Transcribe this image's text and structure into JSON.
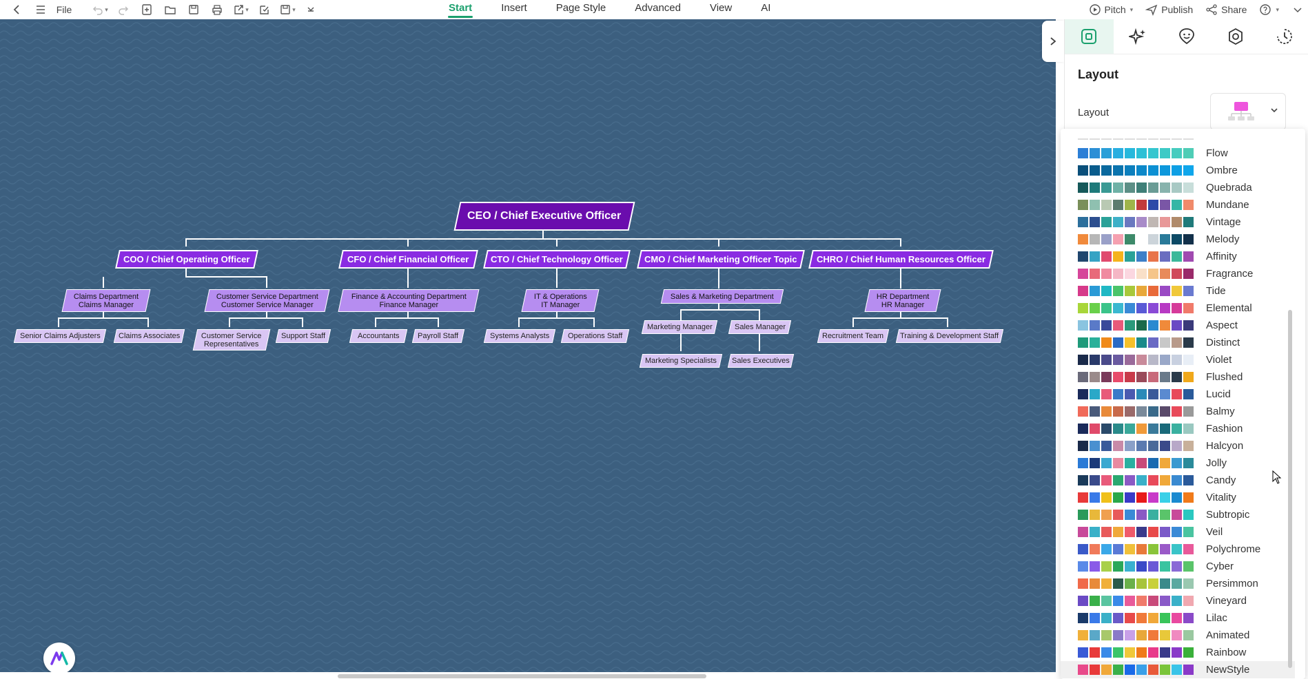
{
  "toolbar": {
    "file_label": "File",
    "menus": [
      "Start",
      "Insert",
      "Page Style",
      "Advanced",
      "View",
      "AI"
    ],
    "active_menu": "Start",
    "pitch_label": "Pitch",
    "publish_label": "Publish",
    "share_label": "Share"
  },
  "diagram": {
    "root": "CEO / Chief Executive Officer",
    "level1": [
      "COO / Chief Operating Officer",
      "CFO / Chief Financial Officer",
      "CTO / Chief Technology Officer",
      "CMO / Chief Marketing Officer Topic",
      "CHRO / Chief Human Resources Officer"
    ],
    "level2": [
      "Claims Department\nClaims Manager",
      "Customer Service Department\nCustomer Service Manager",
      "Finance & Accounting Department\nFinance Manager",
      "IT & Operations\nIT Manager",
      "Sales & Marketing Department",
      "HR Department\nHR Manager"
    ],
    "level3": [
      "Senior Claims Adjusters",
      "Claims Associates",
      "Customer Service\nRepresentatives",
      "Support Staff",
      "Accountants",
      "Payroll Staff",
      "Systems Analysts",
      "Operations Staff",
      "Marketing Manager",
      "Sales Manager",
      "Marketing Specialists",
      "Sales Executives",
      "Recruitment Team",
      "Training & Development Staff"
    ],
    "colors": {
      "root": "#6a0dad",
      "level1": "#8a2be2",
      "level2": "#b68df0",
      "level3": "#d9c6f4",
      "canvas": "#3c5f7f"
    }
  },
  "panel": {
    "title": "Layout",
    "layout_label": "Layout",
    "palettes": [
      {
        "name": "Flow",
        "colors": [
          "#2c7fd6",
          "#2c8fd6",
          "#2a9fd8",
          "#28aee0",
          "#27b8dc",
          "#2cc0d6",
          "#35c6cf",
          "#3dcac6",
          "#46ccbf",
          "#4fcdb6"
        ]
      },
      {
        "name": "Ombre",
        "colors": [
          "#0a4f7a",
          "#0a5c8c",
          "#0b699e",
          "#0b74ae",
          "#0c7fbd",
          "#0c88c9",
          "#0c90d3",
          "#0d98dc",
          "#0e9fe4",
          "#0fa6eb"
        ]
      },
      {
        "name": "Quebrada",
        "colors": [
          "#16595a",
          "#1f7a7a",
          "#3a9a94",
          "#6fb1a6",
          "#5c8f86",
          "#3f7f78",
          "#6a9c95",
          "#88b3ad",
          "#a8c9c4",
          "#c8deda"
        ]
      },
      {
        "name": "Mundane",
        "colors": [
          "#7a8f5a",
          "#8fc0b0",
          "#b9c9b3",
          "#5c7c6e",
          "#9fb44a",
          "#c23b3b",
          "#2d4aa8",
          "#7a56a6",
          "#35b6a6",
          "#f08a6a"
        ]
      },
      {
        "name": "Vintage",
        "colors": [
          "#2c6f9c",
          "#2d4f8f",
          "#2aa198",
          "#3db0c7",
          "#6a78c0",
          "#a88bc8",
          "#c0b7b3",
          "#e89898",
          "#b08a6a",
          "#1f7a7a"
        ]
      },
      {
        "name": "Melody",
        "colors": [
          "#f08a3c",
          "#b7b7b7",
          "#9aa0c8",
          "#f5a0b0",
          "#3d8a6a",
          "#ffffff",
          "#ccd4da",
          "#2a7a99",
          "#0d4a66",
          "#12304a"
        ]
      },
      {
        "name": "Affinity",
        "colors": [
          "#20466e",
          "#36a3c4",
          "#e04a6e",
          "#f5b31c",
          "#2aa198",
          "#3d7fc8",
          "#e8744a",
          "#6a6ec0",
          "#3bb89a",
          "#a04ab0"
        ]
      },
      {
        "name": "Fragrance",
        "colors": [
          "#d6469a",
          "#e86a7a",
          "#f08aa0",
          "#f5b7c5",
          "#fbd7e0",
          "#f9e0c8",
          "#f5c58a",
          "#e88a5a",
          "#d04a5a",
          "#9a2a6a"
        ]
      },
      {
        "name": "Tide",
        "colors": [
          "#d63a8a",
          "#2a9ad6",
          "#20b8c4",
          "#4ac46a",
          "#a8c83a",
          "#e8a83a",
          "#e86a3a",
          "#9a4ac4",
          "#f0c83a",
          "#6a7ad0"
        ]
      },
      {
        "name": "Elemental",
        "colors": [
          "#a8d63a",
          "#6ad04a",
          "#3ac48a",
          "#3ab8d0",
          "#3a8ad6",
          "#5a5ad6",
          "#8a4ad6",
          "#b83ac4",
          "#d63a9a",
          "#f07a6a"
        ]
      },
      {
        "name": "Aspect",
        "colors": [
          "#8ac4e0",
          "#5a7ac8",
          "#3a4a9a",
          "#e85a7a",
          "#2a9a7a",
          "#1a6a4a",
          "#2a8ad0",
          "#f08a3a",
          "#6a4ac4",
          "#3a3a7a"
        ]
      },
      {
        "name": "Distinct",
        "colors": [
          "#1f9a7a",
          "#2ab09a",
          "#f08a1a",
          "#2a6ac4",
          "#f5c02a",
          "#1a8a8a",
          "#6a6ac4",
          "#c8c8c8",
          "#b89a8a",
          "#2a3a4a"
        ]
      },
      {
        "name": "Violet",
        "colors": [
          "#1a2a4a",
          "#2a3a6a",
          "#4a4a8a",
          "#6a5aa0",
          "#9a6a9a",
          "#c88a9a",
          "#b8b8c8",
          "#9aa8c8",
          "#c8d0e0",
          "#e8eef6"
        ]
      },
      {
        "name": "Flushed",
        "colors": [
          "#6a6a7a",
          "#9a8a8a",
          "#7a3a5a",
          "#e84a6a",
          "#c83a4a",
          "#9a4a5a",
          "#c86a7a",
          "#6a7a8a",
          "#2a3a4a",
          "#f0a81a"
        ]
      },
      {
        "name": "Lucid",
        "colors": [
          "#1a2a5a",
          "#2aa8c8",
          "#e85a7a",
          "#3a7ac8",
          "#4a5ab0",
          "#2a8ab8",
          "#3a5a9a",
          "#5a8ad0",
          "#e84a5a",
          "#2a5a9a"
        ]
      },
      {
        "name": "Balmy",
        "colors": [
          "#f06a5a",
          "#4a5a7a",
          "#e88a3a",
          "#c86a4a",
          "#9a6a6a",
          "#7a8a9a",
          "#3a6a8a",
          "#5a4a6a",
          "#e84a5a",
          "#9a9a9a"
        ]
      },
      {
        "name": "Fashion",
        "colors": [
          "#1a2a5a",
          "#e04a6a",
          "#2a4a6a",
          "#2a8a8a",
          "#3aa89a",
          "#f09a3a",
          "#3a7a9a",
          "#1a6a7a",
          "#3ab0a0",
          "#9ac8c0"
        ]
      },
      {
        "name": "Halcyon",
        "colors": [
          "#1a2a4a",
          "#4a90d0",
          "#3a5a9a",
          "#c88aa8",
          "#8aa0c8",
          "#5a7ab0",
          "#4a6a9a",
          "#3a4a8a",
          "#b8a8c8",
          "#c8b09a"
        ]
      },
      {
        "name": "Jolly",
        "colors": [
          "#2a7ad6",
          "#1a3a7a",
          "#3aa8d0",
          "#e88aa0",
          "#2ab0a0",
          "#c84a7a",
          "#1a6ab0",
          "#f0a83a",
          "#3a9ad0",
          "#2a8a9a"
        ]
      },
      {
        "name": "Candy",
        "colors": [
          "#1a3a5a",
          "#3a4a8a",
          "#e85a7a",
          "#2aa870",
          "#8a5ac4",
          "#3ab0c8",
          "#e84a5a",
          "#f0a83a",
          "#3a8ad0",
          "#2a5a9a"
        ]
      },
      {
        "name": "Vitality",
        "colors": [
          "#e83a3a",
          "#3a7ae8",
          "#f0c01a",
          "#2aa84a",
          "#3a3ac8",
          "#e81a1a",
          "#c83ac8",
          "#3ad0e8",
          "#1a8ad0",
          "#f07a1a"
        ]
      },
      {
        "name": "Subtropic",
        "colors": [
          "#2a9a5a",
          "#e8b83a",
          "#f0a050",
          "#e85a5a",
          "#3a8ad6",
          "#8a5ac4",
          "#3ab0a0",
          "#5ac46a",
          "#c84a9a",
          "#2ac8c0"
        ]
      },
      {
        "name": "Veil",
        "colors": [
          "#c84a9a",
          "#3ab0c8",
          "#e85a5a",
          "#f0a83a",
          "#f05a6a",
          "#3a3a8a",
          "#e84a4a",
          "#7a5ac8",
          "#3a8ad6",
          "#4ac4a0"
        ]
      },
      {
        "name": "Polychrome",
        "colors": [
          "#3a5ac8",
          "#f07a5a",
          "#3aa8e8",
          "#5a7ad6",
          "#f0c03a",
          "#e87a3a",
          "#8ac43a",
          "#9a5ac8",
          "#3ac4c8",
          "#e85a9a"
        ]
      },
      {
        "name": "Cyber",
        "colors": [
          "#5a8ae8",
          "#8a5ae8",
          "#a8d04a",
          "#2aa85a",
          "#3ab0d0",
          "#3a4ac8",
          "#6a5ad6",
          "#3ac4a0",
          "#8a6ad6",
          "#5ac46a"
        ]
      },
      {
        "name": "Persimmon",
        "colors": [
          "#f06a4a",
          "#e88a3a",
          "#f0b03a",
          "#2a5a4a",
          "#6ab04a",
          "#a8c43a",
          "#c8d03a",
          "#3a8a8a",
          "#5aa8a0",
          "#9ac8b0"
        ]
      },
      {
        "name": "Vineyard",
        "colors": [
          "#6a4ac4",
          "#3ab04a",
          "#5ac4a0",
          "#3a8ae8",
          "#e85a9a",
          "#f07a6a",
          "#c84a7a",
          "#8a5ac8",
          "#3ab0c8",
          "#f0a8b0"
        ]
      },
      {
        "name": "Lilac",
        "colors": [
          "#1a3a6a",
          "#3a7ae8",
          "#3ab0c8",
          "#6a5ac8",
          "#e84a4a",
          "#f07a3a",
          "#f0a83a",
          "#3ac45a",
          "#e84aa0",
          "#8a4ac8"
        ]
      },
      {
        "name": "Animated",
        "colors": [
          "#f0b03a",
          "#5aa8c8",
          "#a8c86a",
          "#8a7ac8",
          "#c8a0e8",
          "#e8a83a",
          "#f07a3a",
          "#e8c83a",
          "#f08ac0",
          "#9ac8a0"
        ]
      },
      {
        "name": "Rainbow",
        "colors": [
          "#3a5ad6",
          "#e83a3a",
          "#3a8ae8",
          "#3ac46a",
          "#f0c83a",
          "#f07a1a",
          "#e83a8a",
          "#3a3a8a",
          "#8a3ac8",
          "#3ab03a"
        ]
      },
      {
        "name": "NewStyle",
        "colors": [
          "#e84a8a",
          "#e83a3a",
          "#f0a83a",
          "#3ab04a",
          "#1a6ae8",
          "#3aa0e8",
          "#e85a3a",
          "#7ac43a",
          "#3ac4e8",
          "#8a3ac8"
        ]
      }
    ],
    "selected_palette": "NewStyle"
  }
}
